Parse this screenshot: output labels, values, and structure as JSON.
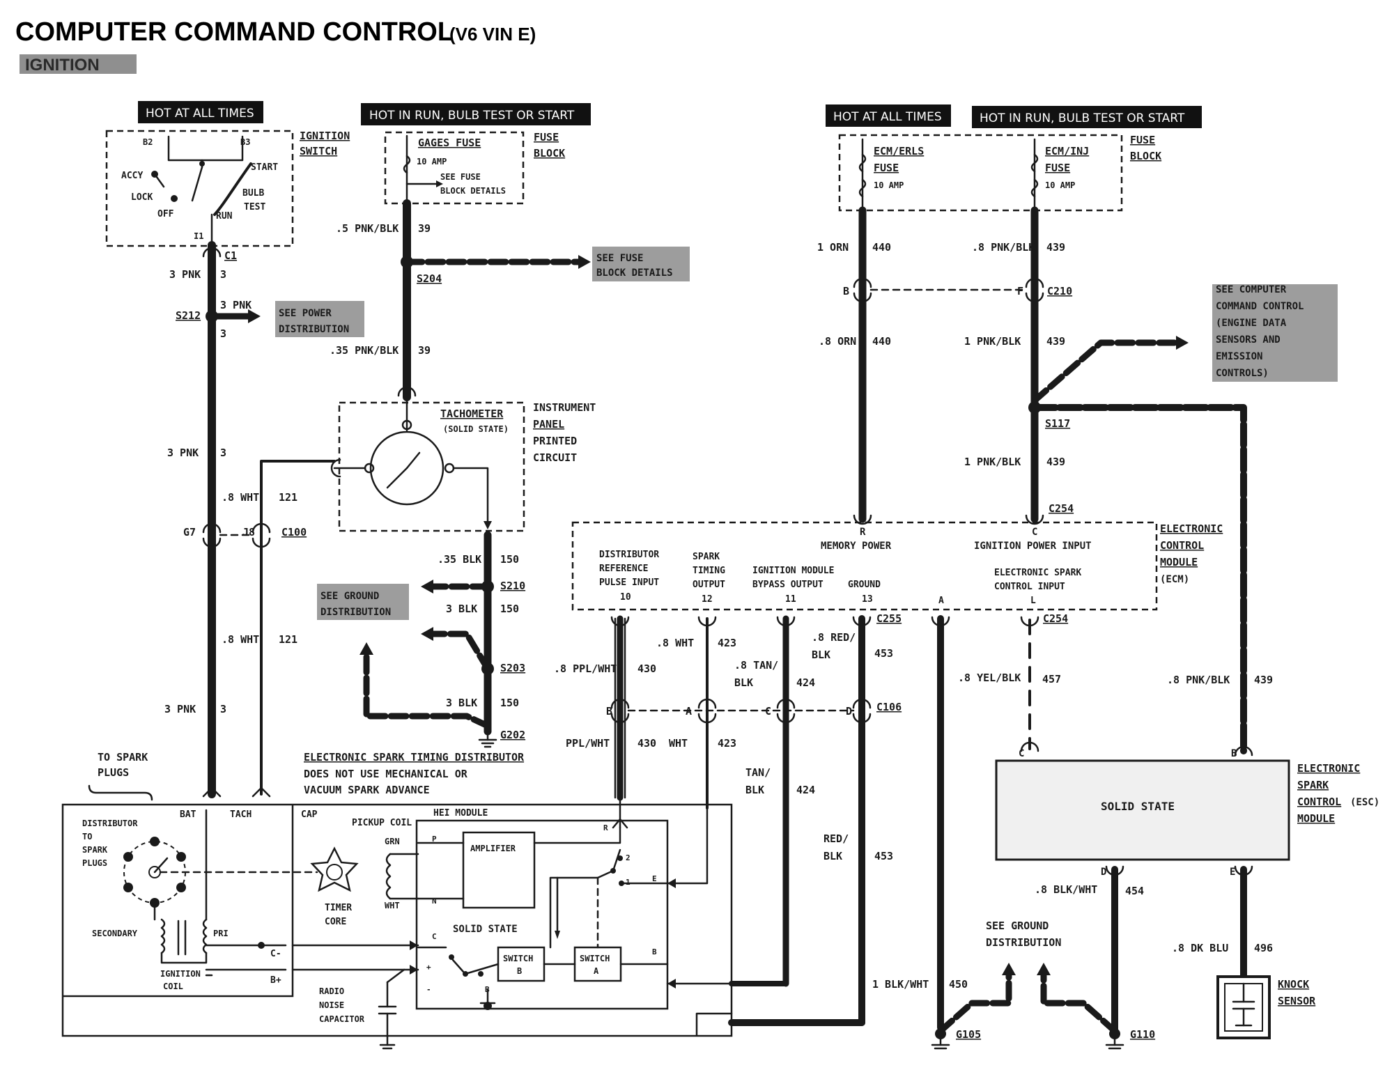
{
  "title": "COMPUTER COMMAND CONTROL",
  "title_suffix": "(V6 VIN E)",
  "subtitle": "IGNITION",
  "headers": {
    "h1": "HOT AT ALL TIMES",
    "h2": "HOT IN RUN, BULB TEST OR START",
    "h3": "HOT AT ALL TIMES",
    "h4": "HOT IN RUN, BULB TEST OR START"
  },
  "ignition_switch": {
    "label1": "IGNITION",
    "label2": "SWITCH",
    "b2": "B2",
    "b3": "B3",
    "accy": "ACCY",
    "lock": "LOCK",
    "off": "OFF",
    "run": "RUN",
    "start": "START",
    "bulb": "BULB",
    "test": "TEST",
    "i1": "I1"
  },
  "fuse_block_left": {
    "label1": "FUSE",
    "label2": "BLOCK",
    "fuse_name": "GAGES FUSE",
    "fuse_amp": "10 AMP",
    "see1": "SEE FUSE",
    "see2": "BLOCK DETAILS"
  },
  "fuse_block_right": {
    "label1": "FUSE",
    "label2": "BLOCK",
    "f1_a": "ECM/ERLS",
    "f1_b": "FUSE",
    "f1_amp": "10 AMP",
    "f2_a": "ECM/INJ",
    "f2_b": "FUSE",
    "f2_amp": "10 AMP"
  },
  "refs": {
    "fuse_details_1": "SEE FUSE",
    "fuse_details_2": "BLOCK DETAILS",
    "power_1": "SEE POWER",
    "power_2": "DISTRIBUTION",
    "ground_1": "SEE GROUND",
    "ground_2": "DISTRIBUTION",
    "ccc_1": "SEE COMPUTER",
    "ccc_2": "COMMAND CONTROL",
    "ccc_3": "(ENGINE DATA",
    "ccc_4": "SENSORS AND",
    "ccc_5": "EMISSION",
    "ccc_6": "CONTROLS)",
    "ground_b1": "SEE GROUND",
    "ground_b2": "DISTRIBUTION"
  },
  "wires": {
    "pnk3_c1": "3 PNK",
    "pnk3_c1_n": "3",
    "pnk3_s212": "3 PNK",
    "pnk3_s212_n": "3",
    "pnk3_mid": "3 PNK",
    "pnk3_mid_n": "3",
    "pnk3_low": "3 PNK",
    "pnk3_low_n": "3",
    "wht_top": ".8 WHT",
    "wht_top_n": "121",
    "wht_low": ".8 WHT",
    "wht_low_n": "121",
    "pnkblk_5": ".5 PNK/BLK",
    "pnkblk_5_n": "39",
    "pnkblk_35": ".35 PNK/BLK",
    "pnkblk_35_n": "39",
    "blk_35": ".35 BLK",
    "blk_35_n": "150",
    "blk3_a": "3 BLK",
    "blk3_a_n": "150",
    "blk3_b": "3 BLK",
    "blk3_b_n": "150",
    "orn1": "1 ORN",
    "orn1_n": "440",
    "orn8": ".8 ORN",
    "orn8_n": "440",
    "pnkblk8_top": ".8 PNK/BLK",
    "pnkblk8_top_n": "439",
    "pnkblk1_a": "1 PNK/BLK",
    "pnkblk1_a_n": "439",
    "pnkblk1_b": "1 PNK/BLK",
    "pnkblk1_b_n": "439",
    "pplwht8": ".8 PPL/WHT",
    "pplwht8_n": "430",
    "pplwht": "PPL/WHT",
    "pplwht_n": "430",
    "wht8_423": ".8 WHT",
    "wht8_423_n": "423",
    "wht_423": "WHT",
    "wht_423_n": "423",
    "tanblk8_a": ".8 TAN/",
    "tanblk8_b": "BLK",
    "tanblk8_n": "424",
    "tanblk_a": "TAN/",
    "tanblk_b": "BLK",
    "tanblk_n": "424",
    "redblk8_a": ".8 RED/",
    "redblk8_b": "BLK",
    "redblk8_n": "453",
    "redblk_a": "RED/",
    "redblk_b": "BLK",
    "redblk_n": "453",
    "yelblk8": ".8 YEL/BLK",
    "yelblk8_n": "457",
    "pnkblk8_right": ".8 PNK/BLK",
    "pnkblk8_right_n": "439",
    "blkwht1": "1 BLK/WHT",
    "blkwht1_n": "450",
    "blkwht8": ".8 BLK/WHT",
    "blkwht8_n": "454",
    "dkblu8": ".8 DK BLU",
    "dkblu8_n": "496"
  },
  "connectors": {
    "c1": "C1",
    "s212": "S212",
    "s204": "S204",
    "g7": "G7",
    "j8": "J8",
    "c100": "C100",
    "s210": "S210",
    "s203": "S203",
    "g202": "G202",
    "c210": "C210",
    "c210_b": "B",
    "c210_f": "F",
    "s117": "S117",
    "c254_top": "C254",
    "c254_bot": "C254",
    "c255": "C255",
    "c106": "C106",
    "c106_b": "B",
    "c106_a": "A",
    "c106_c": "C",
    "c106_d": "D",
    "g105": "G105",
    "g110": "G110"
  },
  "tachometer": {
    "name": "TACHOMETER",
    "sub": "(SOLID STATE)",
    "ipc1": "INSTRUMENT",
    "ipc2": "PANEL",
    "ipc3": "PRINTED",
    "ipc4": "CIRCUIT"
  },
  "ecm": {
    "name1": "ELECTRONIC",
    "name2": "CONTROL",
    "name3": "MODULE",
    "name4": "(ECM)",
    "p_r": "R",
    "p_c": "C",
    "memory": "MEMORY POWER",
    "ign_power": "IGNITION POWER INPUT",
    "drp1": "DISTRIBUTOR",
    "drp2": "REFERENCE",
    "drp3": "PULSE INPUT",
    "drp_pin": "10",
    "sto1": "SPARK",
    "sto2": "TIMING",
    "sto3": "OUTPUT",
    "sto_pin": "12",
    "byp1": "IGNITION MODULE",
    "byp2": "BYPASS OUTPUT",
    "byp_pin": "11",
    "gnd": "GROUND",
    "gnd_pin": "13",
    "pin_a": "A",
    "esc1": "ELECTRONIC SPARK",
    "esc2": "CONTROL INPUT",
    "esc_pin": "L"
  },
  "esc_module": {
    "body": "SOLID STATE",
    "n1": "ELECTRONIC",
    "n2": "SPARK",
    "n3": "CONTROL",
    "n3b": "(ESC)",
    "n4": "MODULE",
    "pin_c": "C",
    "pin_b": "B",
    "pin_d": "D",
    "pin_e": "E"
  },
  "knock": {
    "n1": "KNOCK",
    "n2": "SENSOR"
  },
  "distributor": {
    "spark1": "TO SPARK",
    "spark2": "PLUGS",
    "title1": "ELECTRONIC SPARK TIMING DISTRIBUTOR",
    "title2": "DOES NOT USE MECHANICAL OR",
    "title3": "VACUUM SPARK ADVANCE",
    "bat": "BAT",
    "tach": "TACH",
    "cap": "CAP",
    "d1": "DISTRIBUTOR",
    "d2": "TO",
    "d3": "SPARK",
    "d4": "PLUGS",
    "secondary": "SECONDARY",
    "pri": "PRI",
    "coil1": "IGNITION",
    "coil2": "COIL",
    "cminus": "C-",
    "bplus": "B+",
    "timer1": "TIMER",
    "timer2": "CORE",
    "pickup": "PICKUP COIL",
    "grn": "GRN",
    "wht": "WHT",
    "radio1": "RADIO",
    "radio2": "NOISE",
    "radio3": "CAPACITOR",
    "hei": "HEI MODULE",
    "amp": "AMPLIFIER",
    "solid": "SOLID STATE",
    "sw_b1": "SWITCH",
    "sw_b2": "B",
    "sw_a1": "SWITCH",
    "sw_a2": "A",
    "p": "P",
    "n": "N",
    "r": "R",
    "e": "E",
    "c": "C",
    "b": "B",
    "n2": "2",
    "n1": "1",
    "plus": "+",
    "minus": "-",
    "b_small": "B"
  }
}
